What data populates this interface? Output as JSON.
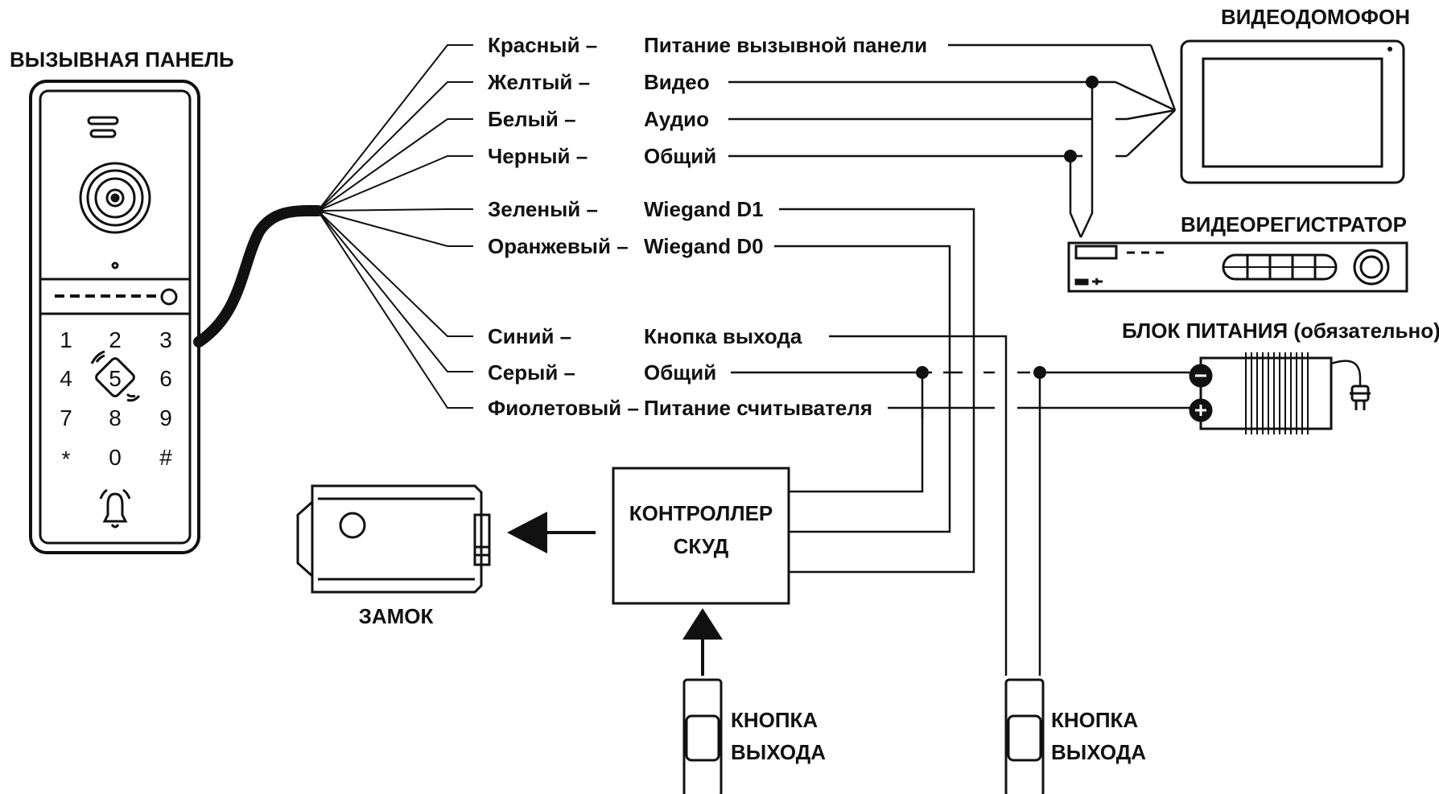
{
  "labels": {
    "call_panel": "ВЫЗЫВНАЯ ПАНЕЛЬ",
    "monitor": "ВИДЕОДОМОФОН",
    "dvr": "ВИДЕОРЕГИСТРАТОР",
    "psu": "БЛОК ПИТАНИЯ (обязательно)",
    "controller_line1": "КОНТРОЛЛЕР",
    "controller_line2": "СКУД",
    "lock": "ЗАМОК",
    "exit_btn1_line1": "КНОПКА",
    "exit_btn1_line2": "ВЫХОДА",
    "exit_btn2_line1": "КНОПКА",
    "exit_btn2_line2": "ВЫХОДА"
  },
  "wires": [
    {
      "color": "Красный –",
      "function": "Питание вызывной панели"
    },
    {
      "color": "Желтый –",
      "function": "Видео"
    },
    {
      "color": "Белый –",
      "function": "Аудио"
    },
    {
      "color": "Черный –",
      "function": "Общий"
    },
    {
      "color": "Зеленый –",
      "function": "Wiegand D1"
    },
    {
      "color": "Оранжевый –",
      "function": "Wiegand D0"
    },
    {
      "color": "Синий –",
      "function": "Кнопка выхода"
    },
    {
      "color": "Серый –",
      "function": "Общий"
    },
    {
      "color": "Фиолетовый –",
      "function": "Питание считывателя"
    }
  ],
  "keypad": [
    "1",
    "2",
    "3",
    "4",
    "5",
    "6",
    "7",
    "8",
    "9",
    "*",
    "0",
    "#"
  ]
}
